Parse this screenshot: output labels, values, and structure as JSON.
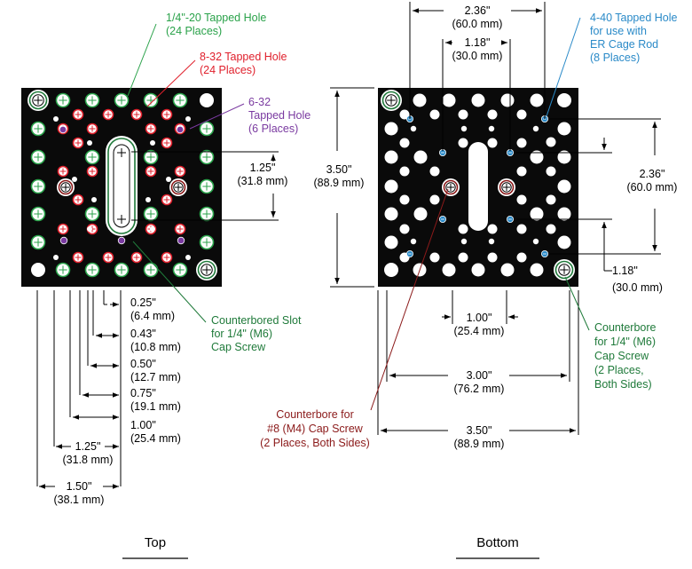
{
  "colors": {
    "plate": "#0a0a0a",
    "white_hole": "#ffffff",
    "tap_quarter": "#2aa24a",
    "tap_832": "#e0202c",
    "tap_632": "#7a3aa0",
    "tap_440": "#2a8ac8",
    "counterbore_m4": "#8b1a1a",
    "counterbore_m6": "#1f7a3a",
    "dim_line": "#000000"
  },
  "top_view": {
    "caption": "Top",
    "callouts": {
      "quarter_tap": [
        "1/4\"-20 Tapped Hole",
        "(24 Places)"
      ],
      "tap_832": [
        "8-32 Tapped Hole",
        "(24 Places)"
      ],
      "tap_632": [
        "6-32",
        "Tapped Hole",
        "(6 Places)"
      ],
      "slot": [
        "Counterbored Slot",
        "for 1/4\" (M6)",
        "Cap Screw"
      ]
    },
    "dims": {
      "slot_len": [
        "1.25\"",
        "(31.8 mm)"
      ],
      "d025": [
        "0.25\"",
        "(6.4 mm)"
      ],
      "d043": [
        "0.43\"",
        "(10.8 mm)"
      ],
      "d050": [
        "0.50\"",
        "(12.7 mm)"
      ],
      "d075": [
        "0.75\"",
        "(19.1 mm)"
      ],
      "d100": [
        "1.00\"",
        "(25.4 mm)"
      ],
      "d125": [
        "1.25\"",
        "(31.8 mm)"
      ],
      "d150": [
        "1.50\"",
        "(38.1 mm)"
      ]
    }
  },
  "bottom_view": {
    "caption": "Bottom",
    "callouts": {
      "tap_440": [
        "4-40 Tapped Hole",
        "for use with",
        "ER Cage Rod",
        "(8 Places)"
      ],
      "cb_m4": [
        "Counterbore for",
        "#8 (M4) Cap Screw",
        "(2 Places, Both Sides)"
      ],
      "cb_m6": [
        "Counterbore",
        "for 1/4\" (M6)",
        "Cap Screw",
        "(2 Places,",
        "Both Sides)"
      ]
    },
    "dims": {
      "top236": [
        "2.36\"",
        "(60.0 mm)"
      ],
      "top118": [
        "1.18\"",
        "(30.0 mm)"
      ],
      "height350": [
        "3.50\"",
        "(88.9 mm)"
      ],
      "right236": [
        "2.36\"",
        "(60.0 mm)"
      ],
      "right118": [
        "1.18\"",
        "(30.0 mm)"
      ],
      "mid100": [
        "1.00\"",
        "(25.4 mm)"
      ],
      "bot300": [
        "3.00\"",
        "(76.2 mm)"
      ],
      "bot350": [
        "3.50\"",
        "(88.9 mm)"
      ]
    }
  }
}
